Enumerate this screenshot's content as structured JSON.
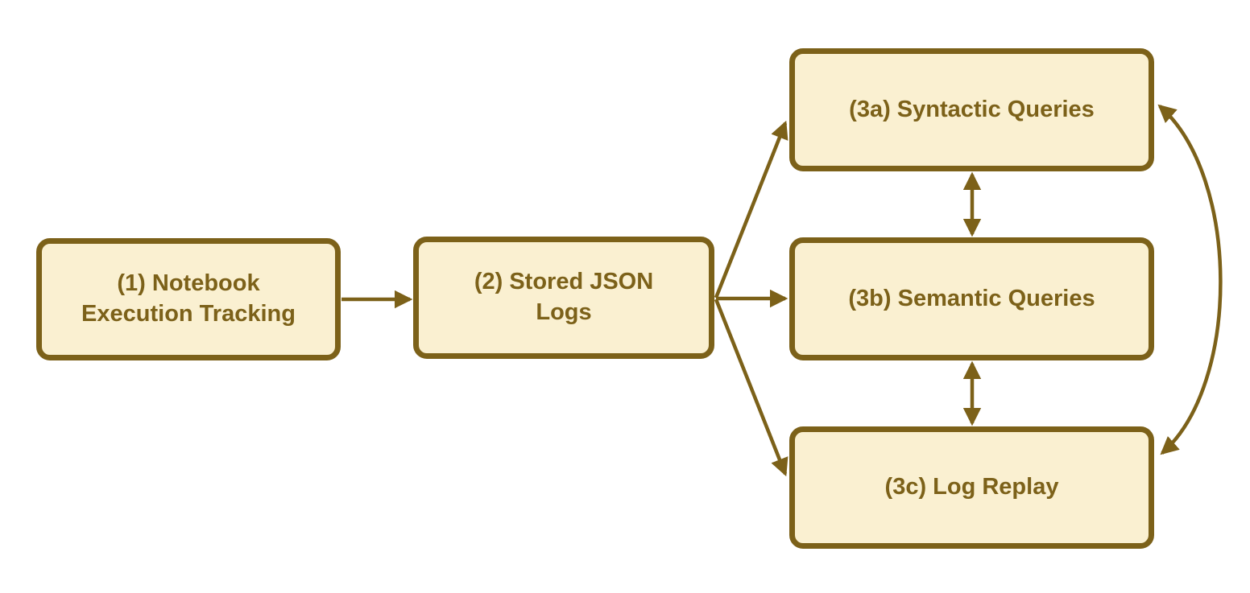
{
  "colors": {
    "canvas-bg": "#ffffff",
    "accent": "#7C6119",
    "node-fill": "#FAF0D1"
  },
  "diagram": {
    "type": "flowchart",
    "direction": "left-to-right",
    "nodes": [
      {
        "id": "1",
        "label": "(1) Notebook Execution Tracking",
        "lines": [
          "(1) Notebook",
          "Execution Tracking"
        ]
      },
      {
        "id": "2",
        "label": "(2) Stored JSON Logs",
        "lines": [
          "(2) Stored JSON",
          "Logs"
        ]
      },
      {
        "id": "3a",
        "label": "(3a) Syntactic Queries",
        "lines": [
          "(3a) Syntactic Queries"
        ]
      },
      {
        "id": "3b",
        "label": "(3b) Semantic Queries",
        "lines": [
          "(3b) Semantic Queries"
        ]
      },
      {
        "id": "3c",
        "label": "(3c) Log Replay",
        "lines": [
          "(3c) Log Replay"
        ]
      }
    ],
    "edges": [
      {
        "from": "1",
        "to": "2",
        "bidirectional": false,
        "style": "straight"
      },
      {
        "from": "2",
        "to": "3a",
        "bidirectional": false,
        "style": "straight"
      },
      {
        "from": "2",
        "to": "3b",
        "bidirectional": false,
        "style": "straight"
      },
      {
        "from": "2",
        "to": "3c",
        "bidirectional": false,
        "style": "straight"
      },
      {
        "from": "3a",
        "to": "3b",
        "bidirectional": true,
        "style": "straight"
      },
      {
        "from": "3b",
        "to": "3c",
        "bidirectional": true,
        "style": "straight"
      },
      {
        "from": "3a",
        "to": "3c",
        "bidirectional": true,
        "style": "curved"
      }
    ]
  }
}
